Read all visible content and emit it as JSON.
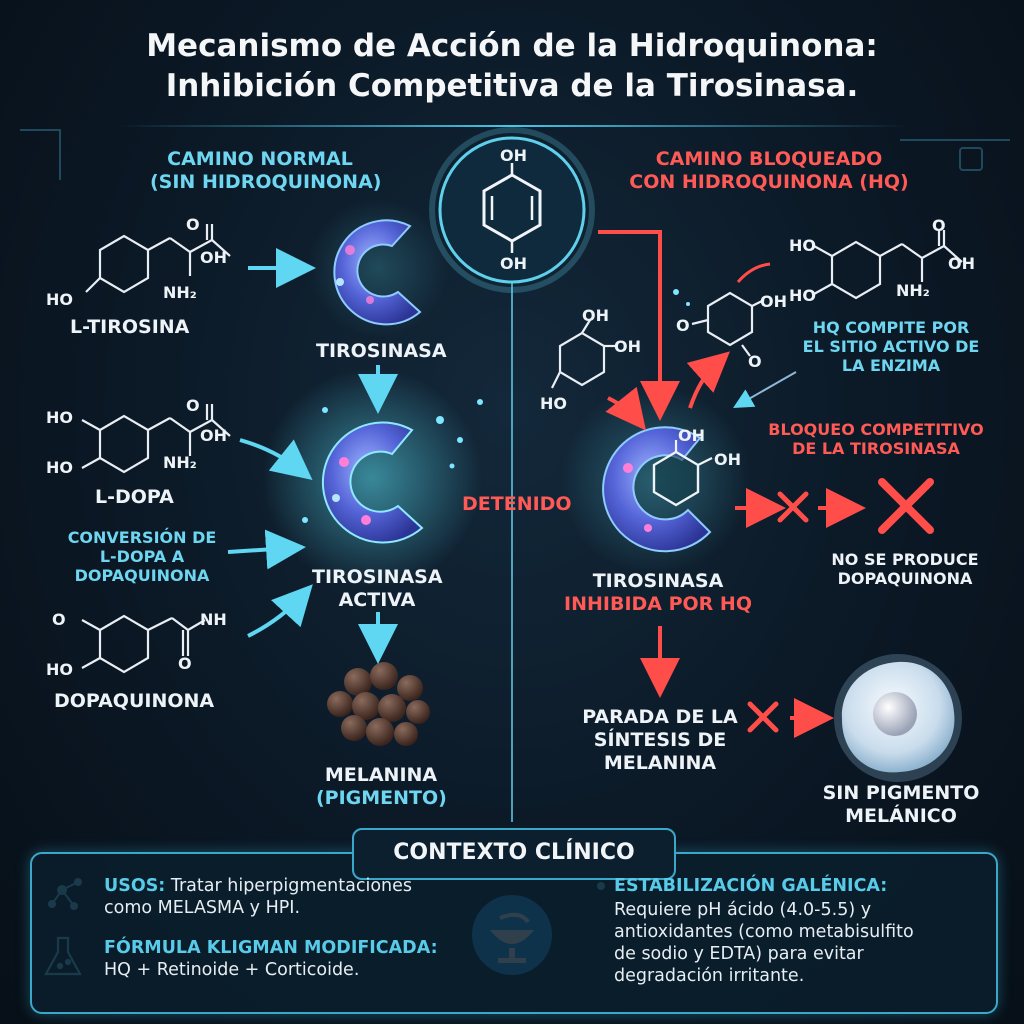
{
  "title": {
    "line1": "Mecanismo de Acción de la Hidroquinona:",
    "line2": "Inhibición Competitiva de la Tirosinasa."
  },
  "left": {
    "heading1": "CAMINO NORMAL",
    "heading2": "(SIN HIDROQUINONA)",
    "l_tyrosine": "L-TIROSINA",
    "tyrosinase": "TIROSINASA",
    "l_dopa": "L-DOPA",
    "conversion1": "CONVERSIÓN DE",
    "conversion2": "L-DOPA A",
    "conversion3": "DOPAQUINONA",
    "dopaquinone": "DOPAQUINONA",
    "active1": "TIROSINASA",
    "active2": "ACTIVA",
    "melanin1": "MELANINA",
    "melanin2": "(PIGMENTO)"
  },
  "center": {
    "stopped": "DETENIDO",
    "oh_top": "OH",
    "oh_bottom": "OH"
  },
  "right": {
    "heading1": "CAMINO BLOQUEADO",
    "heading2": "CON HIDROQUINONA (HQ)",
    "compete1": "HQ COMPITE POR",
    "compete2": "EL SITIO ACTIVO DE",
    "compete3": "LA ENZIMA",
    "block1": "BLOQUEO COMPETITIVO",
    "block2": "DE LA TIROSINASA",
    "no_dopa1": "NO SE PRODUCE",
    "no_dopa2": "DOPAQUINONA",
    "inhibited1": "TIROSINASA",
    "inhibited2": "INHIBIDA POR HQ",
    "stop1": "PARADA DE LA",
    "stop2": "SÍNTESIS DE",
    "stop3": "MELANINA",
    "nopig1": "SIN PIGMENTO",
    "nopig2": "MELÁNICO"
  },
  "chem": {
    "oh": "OH",
    "ho": "HO",
    "nh2": "NH₂",
    "nh": "NH",
    "o": "O"
  },
  "clinical": {
    "title": "CONTEXTO CLÍNICO",
    "uses_label": "USOS:",
    "uses_text1": " Tratar hiperpigmentaciones",
    "uses_text2": "como MELASMA y HPI.",
    "kligman_label": "FÓRMULA KLIGMAN MODIFICADA:",
    "kligman_text": "HQ + Retinoide + Corticoide.",
    "stab_label": "ESTABILIZACIÓN GALÉNICA:",
    "stab1": "Requiere pH ácido (4.0-5.5) y",
    "stab2": "antioxidantes (como metabisulfito",
    "stab3": "de sodio y EDTA) para evitar",
    "stab4": "degradación irritante."
  },
  "colors": {
    "cyan": "#6ed6f0",
    "red": "#ff5a55",
    "enzyme": "#6f7fe0",
    "melanin": "#5a3c33"
  }
}
